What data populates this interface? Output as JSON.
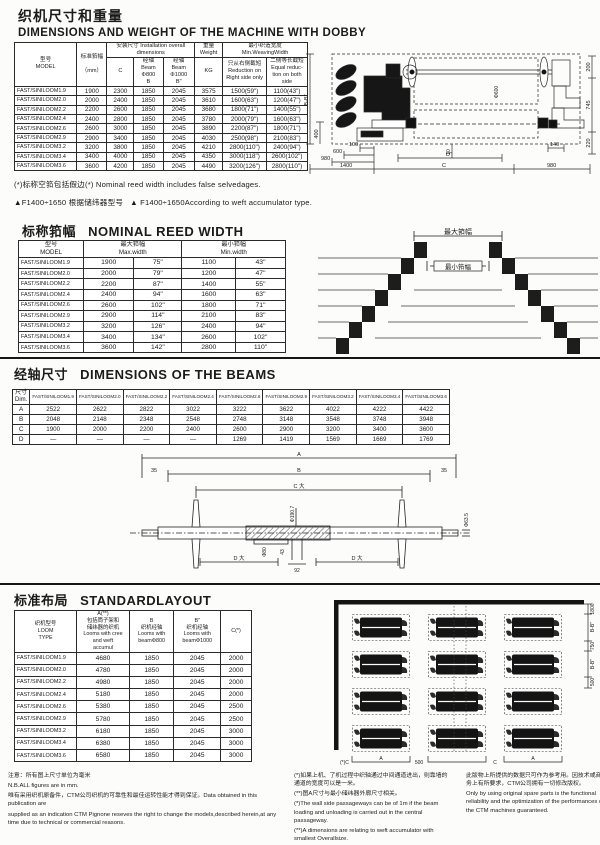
{
  "header": {
    "title_cn": "织机尺寸和重量",
    "title_en": "DIMENSIONS AND WEIGHT OF THE MACHINE WITH DOBBY"
  },
  "dim_table": {
    "headers": {
      "model_cn": "型号",
      "model_en": "MODEL",
      "reed_cn": "标准筘幅",
      "reed_unit": "（mm）",
      "install_cn": "安装尺寸",
      "install_en": "Installation overall dimensions",
      "c": "C",
      "beam800_cn": "经轴",
      "beam800_en": "Beam",
      "beam800_d": "Φ800",
      "beam800_b": "B",
      "beam1000_cn": "经轴",
      "beam1000_en": "Beam",
      "beam1000_d": "Φ1000",
      "beam1000_b": "B\"",
      "weight_cn": "重量",
      "weight_en": "Weight",
      "weight_unit": "KG",
      "minw_cn": "最小织造宽度",
      "minw_en": "Min.WeavingWidth",
      "right_cn": "只从右侧截短",
      "right_en": "Reduction on Right side only",
      "both_cn": "二侧等长截短",
      "both_en": "Equal reduc­tion on both side"
    },
    "rows": [
      {
        "model": "FAST/SINILOOM1.9",
        "reed": "1900",
        "c": "2300",
        "b800": "1850",
        "b1000": "2045",
        "kg": "3575",
        "right": "1500(59\")",
        "both": "1100(43\")"
      },
      {
        "model": "FAST/SINILOOM2.0",
        "reed": "2000",
        "c": "2400",
        "b800": "1850",
        "b1000": "2045",
        "kg": "3610",
        "right": "1600(63\")",
        "both": "1200(47\")"
      },
      {
        "model": "FAST/SINILOOM2.2",
        "reed": "2200",
        "c": "2600",
        "b800": "1850",
        "b1000": "2045",
        "kg": "3680",
        "right": "1800(71\")",
        "both": "1400(55\")"
      },
      {
        "model": "FAST/SINILOOM2.4",
        "reed": "2400",
        "c": "2800",
        "b800": "1850",
        "b1000": "2045",
        "kg": "3780",
        "right": "2000(79\")",
        "both": "1600(63\")"
      },
      {
        "model": "FAST/SINILOOM2.6",
        "reed": "2600",
        "c": "3000",
        "b800": "1850",
        "b1000": "2045",
        "kg": "3890",
        "right": "2200(87\")",
        "both": "1800(71\")"
      },
      {
        "model": "FAST/SINILOOM2.9",
        "reed": "2900",
        "c": "3400",
        "b800": "1850",
        "b1000": "2045",
        "kg": "4030",
        "right": "2500(98\")",
        "both": "2100(83\")"
      },
      {
        "model": "FAST/SINILOOM3.2",
        "reed": "3200",
        "c": "3800",
        "b800": "1850",
        "b1000": "2045",
        "kg": "4210",
        "right": "2800(110\")",
        "both": "2400(94\")"
      },
      {
        "model": "FAST/SINILOOM3.4",
        "reed": "3400",
        "c": "4000",
        "b800": "1850",
        "b1000": "2045",
        "kg": "4350",
        "right": "3000(118\")",
        "both": "2600(102\")"
      },
      {
        "model": "FAST/SINILOOM3.6",
        "reed": "3600",
        "c": "4200",
        "b800": "1850",
        "b1000": "2045",
        "kg": "4490",
        "right": "3200(126\")",
        "both": "2800(110\")"
      }
    ]
  },
  "machine_diagram": {
    "bb": "B-B\"",
    "v400": "400",
    "n100": "100",
    "n600": "600",
    "n980a": "980",
    "n1400": "1400",
    "c": "C",
    "d": "D\"",
    "n980b": "980",
    "n10": "10",
    "n140": "140",
    "n200": "200",
    "n745": "745",
    "n220": "220",
    "dia600": "Φ600"
  },
  "notes": {
    "note1": "(*)标称空筘包括假边(*) Nominal reed width includes false selvedages.",
    "note2_cn": "▲F1400÷1650 根据储纬器型号",
    "note2_en": "▲ F1400÷1650According to weft accumulator type."
  },
  "reed_section": {
    "title_cn": "标称筘幅",
    "title_en": "NOMINAL REED WIDTH",
    "headers": {
      "model_cn": "型号",
      "model_en": "MODEL",
      "max_cn": "最大筘幅",
      "max_en": "Max.width",
      "min_cn": "最小筘幅",
      "min_en": "Min.width"
    },
    "rows": [
      {
        "model": "FAST/SINILOOM1.9",
        "max_mm": "1900",
        "max_in": "75\"",
        "min_mm": "1100",
        "min_in": "43\""
      },
      {
        "model": "FAST/SINILOOM2.0",
        "max_mm": "2000",
        "max_in": "79\"",
        "min_mm": "1200",
        "min_in": "47\""
      },
      {
        "model": "FAST/SINILOOM2.2",
        "max_mm": "2200",
        "max_in": "87\"",
        "min_mm": "1400",
        "min_in": "55\""
      },
      {
        "model": "FAST/SINILOOM2.4",
        "max_mm": "2400",
        "max_in": "94\"",
        "min_mm": "1600",
        "min_in": "63\""
      },
      {
        "model": "FAST/SINILOOM2.6",
        "max_mm": "2600",
        "max_in": "102\"",
        "min_mm": "1800",
        "min_in": "71\""
      },
      {
        "model": "FAST/SINILOOM2.9",
        "max_mm": "2900",
        "max_in": "114\"",
        "min_mm": "2100",
        "min_in": "83\""
      },
      {
        "model": "FAST/SINILOOM3.2",
        "max_mm": "3200",
        "max_in": "126\"",
        "min_mm": "2400",
        "min_in": "94\""
      },
      {
        "model": "FAST/SINILOOM3.4",
        "max_mm": "3400",
        "max_in": "134\"",
        "min_mm": "2600",
        "min_in": "102\""
      },
      {
        "model": "FAST/SINILOOM3.6",
        "max_mm": "3600",
        "max_in": "142\"",
        "min_mm": "2800",
        "min_in": "110\""
      }
    ],
    "diagram": {
      "max_label": "最大筘幅",
      "min_label": "最小筘幅"
    }
  },
  "beams_section": {
    "title_cn": "经轴尺寸",
    "title_en": "DIMENSIONS OF THE BEAMS",
    "headers": {
      "dim_cn": "尺寸",
      "dim_en": "Dim.",
      "m0": "FAST/SINILOOM1.9",
      "m1": "FAST/SINILOOM2.0",
      "m2": "FAST/SINILOOM2.2",
      "m3": "FAST/SINILOOM2.4",
      "m4": "FAST/SINILOOM2.6",
      "m5": "FAST/SINILOOM2.9",
      "m6": "FAST/SINILOOM3.2",
      "m7": "FAST/SINILOOM3.4",
      "m8": "FAST/SINILOOM3.6"
    },
    "rows": [
      {
        "dim": "A",
        "v0": "2522",
        "v1": "2622",
        "v2": "2822",
        "v3": "3022",
        "v4": "3222",
        "v5": "3622",
        "v6": "4022",
        "v7": "4222",
        "v8": "4422"
      },
      {
        "dim": "B",
        "v0": "2048",
        "v1": "2148",
        "v2": "2348",
        "v3": "2548",
        "v4": "2748",
        "v5": "3148",
        "v6": "3548",
        "v7": "3748",
        "v8": "3948"
      },
      {
        "dim": "C",
        "v0": "1900",
        "v1": "2000",
        "v2": "2200",
        "v3": "2400",
        "v4": "2600",
        "v5": "2900",
        "v6": "3200",
        "v7": "3400",
        "v8": "3600"
      },
      {
        "dim": "D",
        "v0": "—",
        "v1": "—",
        "v2": "—",
        "v3": "—",
        "v4": "1269",
        "v5": "1419",
        "v6": "1569",
        "v7": "1669",
        "v8": "1769"
      }
    ],
    "diagram": {
      "a": "A",
      "b": "B",
      "c": "C 大",
      "d_left": "D 大",
      "d_right": "D 大",
      "n35l": "35",
      "n35r": "35",
      "dia1": "Φ190.7",
      "dia2": "Φ80",
      "dia3": "Φ63.5",
      "n43": "43",
      "n92": "92"
    }
  },
  "layout_section": {
    "title_cn": "标准布局",
    "title_en": "STANDARDLAYOUT",
    "headers": {
      "loom_cn": "织机型号",
      "loom_en": "LOOM",
      "loom_en2": "TYPE",
      "a_label": "A(**)",
      "a_cn": "包括筒子架和",
      "a_cn2": "储纬器的织机",
      "a_en": "Looms with cree",
      "a_en2": "and weft",
      "a_en3": "accumul",
      "b_label": "B",
      "b_cn": "织机经轴",
      "b_en": "Looms with",
      "b_en2": "beamΦ800",
      "b2_label": "B\"",
      "b2_cn": "织机经轴",
      "b2_en": "Looms with",
      "b2_en2": "beamΦ1000",
      "c_label": "C(*)"
    },
    "rows": [
      {
        "model": "FAST/SINILOOM1.9",
        "a": "4680",
        "b": "1850",
        "b2": "2045",
        "c": "2000"
      },
      {
        "model": "FAST/SINILOOM2.0",
        "a": "4780",
        "b": "1850",
        "b2": "2045",
        "c": "2000"
      },
      {
        "model": "FAST/SINILOOM2.2",
        "a": "4980",
        "b": "1850",
        "b2": "2045",
        "c": "2000"
      },
      {
        "model": "FAST/SINILOOM2.4",
        "a": "5180",
        "b": "1850",
        "b2": "2045",
        "c": "2000"
      },
      {
        "model": "FAST/SINILOOM2.6",
        "a": "5380",
        "b": "1850",
        "b2": "2045",
        "c": "2500"
      },
      {
        "model": "FAST/SINILOOM2.9",
        "a": "5780",
        "b": "1850",
        "b2": "2045",
        "c": "2500"
      },
      {
        "model": "FAST/SINILOOM3.2",
        "a": "6180",
        "b": "1850",
        "b2": "2045",
        "c": "3000"
      },
      {
        "model": "FAST/SINILOOM3.4",
        "a": "6380",
        "b": "1850",
        "b2": "2045",
        "c": "3000"
      },
      {
        "model": "FAST/SINILOOM3.6",
        "a": "6580",
        "b": "1850",
        "b2": "2045",
        "c": "3000"
      }
    ],
    "diagram": {
      "r1": "1800",
      "r2": "B-B\"",
      "r3": "750",
      "r4": "B-B\"",
      "r5": "500",
      "b0": "(*)C",
      "b1": "A",
      "b2": "500",
      "b3": "C",
      "b4": "A"
    }
  },
  "footer": {
    "c1p1": "注意：所有图上尺寸单位为毫米",
    "c1p2": "N.B.ALL figures are in mm.",
    "c1p3": "唯有采用织机原备件，CTM公司织机的可靠性和最佳运转性能才得到保证。Data obtained in this publication are",
    "c1p4": "supplied as an indication CTM Pignone reseves the right to change the models,described herein,at any time due to technical or commercial reasons.",
    "c2p1": "(*)如果上机、了机过程中织轴通过中间通道进出，则靠墙的通道的宽度可以是一米。",
    "c2p2": "(**)图A尺寸与最小储纬器外廓尺寸相关。",
    "c2p3": "(*)The wall side passageways can be of 1m if the beam loading and unloading is carried out in the central passageway.",
    "c2p4": "(**)A dimensions are relating to weft accumulator with smallest Overallsize.",
    "c3p1": "此版物上所提供的数据只可作为参考用。因技术或商务上有所要求，CTM公司拥有一切修改版权。",
    "c3p2": "Only by using original spare parts is the functional reliability and the optimization of the performances of the CTM machines guaranteed."
  }
}
